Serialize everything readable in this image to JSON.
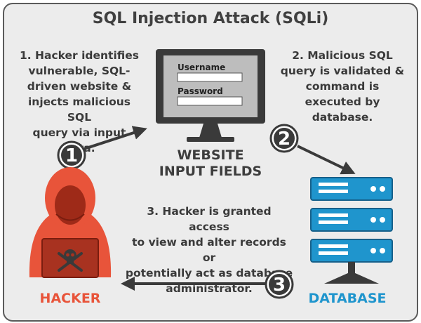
{
  "title": "SQL Injection Attack (SQLi)",
  "steps": {
    "one": {
      "number": "1",
      "lines": [
        "1. Hacker identifies",
        "vulnerable, SQL-",
        "driven website &",
        "injects malicious SQL",
        "query via input data."
      ]
    },
    "two": {
      "number": "2",
      "lines": [
        "2. Malicious SQL",
        "query is validated &",
        "command is",
        "executed by",
        "database."
      ]
    },
    "three": {
      "number": "3",
      "lines": [
        "3. Hacker is granted access",
        "to view and alter records or",
        "potentially act as database",
        "administrator."
      ]
    }
  },
  "website": {
    "username_label": "Username",
    "password_label": "Password",
    "caption_line1": "WEBSITE",
    "caption_line2": "INPUT FIELDS"
  },
  "hacker_label": "HACKER",
  "database_label": "DATABASE",
  "colors": {
    "hacker": "#e8543a",
    "database": "#1f95cd",
    "dark": "#3a3a3a",
    "background": "#ececec"
  }
}
